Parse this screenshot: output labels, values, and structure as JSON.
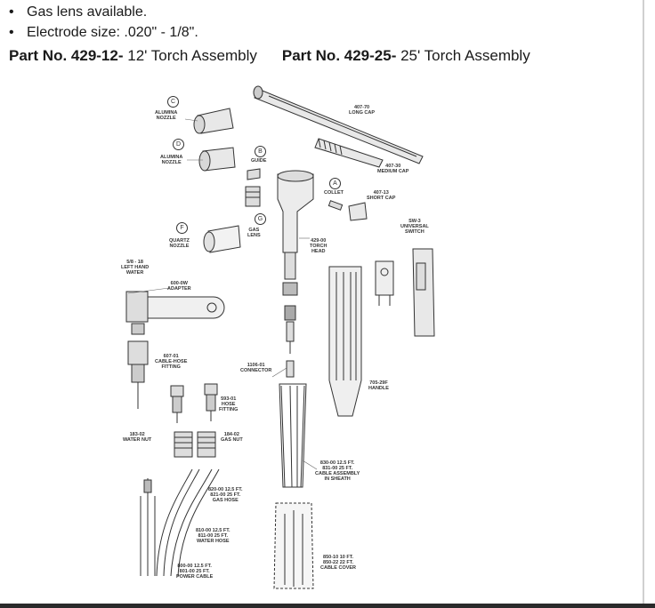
{
  "bullets": [
    "Gas lens available.",
    "Electrode size: .020\" - 1/8\"."
  ],
  "part1": {
    "prefix": "Part No. ",
    "number": "429-12-",
    "desc": " 12' Torch Assembly"
  },
  "part2": {
    "prefix": "Part No. ",
    "number": "429-25-",
    "desc": " 25' Torch Assembly"
  },
  "callouts": {
    "c": "C",
    "d": "D",
    "b": "B",
    "a": "A",
    "f": "F",
    "g": "G"
  },
  "labels": {
    "alumina_nozzle_c": "ALUMINA\nNOZZLE",
    "alumina_nozzle_d": "ALUMINA\nNOZZLE",
    "guide": "GUIDE",
    "collet": "COLLET",
    "gas_lens": "GAS\nLENS",
    "quartz_nozzle": "QUARTZ\nNOZZLE",
    "long_cap": "407-70\nLONG CAP",
    "medium_cap": "407-30\nMEDIUM CAP",
    "short_cap": "407-13\nSHORT CAP",
    "switch": "SW-3\nUNIVERSAL\nSWITCH",
    "torch_head": "429-00\nTORCH\nHEAD",
    "left_hand": "5/8 - 18\nLEFT HAND\nWATER",
    "adapter": "600-0W\nADAPTER",
    "cable_hose_fitting": "607-01\nCABLE-HOSE\nFITTING",
    "connector": "1106-01\nCONNECTOR",
    "handle": "705-29F\nHANDLE",
    "hose_fitting": "593-01\nHOSE\nFITTING",
    "water_nut": "183-02\nWATER NUT",
    "gas_nut": "184-02\nGAS NUT",
    "cable_sheath": "830-00  12.5 FT.\n831-00    25 FT.\nCABLE ASSEMBLY\nIN SHEATH",
    "gas_hose": "820-00  12.5 FT.\n821-00    25 FT.\nGAS HOSE",
    "water_hose": "810-00  12.5 FT.\n811-00    25 FT.\nWATER HOSE",
    "power_cable": "800-00  12.5 FT.\n801-00    25 FT.\nPOWER CABLE",
    "cable_cover": "850-10   10 FT.\n850-22   22 FT.\nCABLE COVER"
  }
}
